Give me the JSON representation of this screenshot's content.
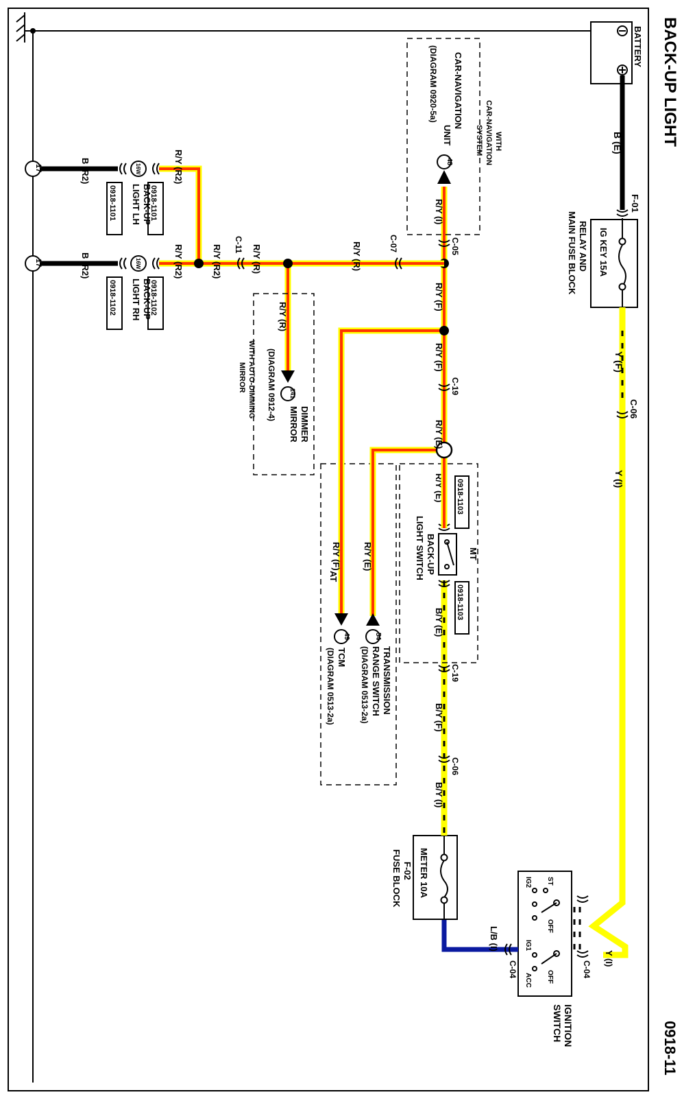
{
  "title": "BACK-UP LIGHT",
  "diagram_id": "0918-11",
  "battery": {
    "label": "BATTERY",
    "wire": "B (E)"
  },
  "fuse_relay": {
    "connector": "F-01",
    "fuse": "IG KEY 15A",
    "block": [
      "RELAY AND",
      "MAIN FUSE BLOCK"
    ]
  },
  "ignition": {
    "label": [
      "IGNITION",
      "SWITCH"
    ],
    "positions": [
      "ST",
      "IG2",
      "OFF",
      "IG1",
      "ACC",
      "OFF"
    ],
    "wire_in": "Y (I)",
    "conn_a": "C-04",
    "conn_b": "C-04",
    "wire_out": "L/B (I)"
  },
  "yellow_wires": {
    "wire1": "Y (F)",
    "conn": "C-06",
    "wire2": "Y (I)"
  },
  "meter_fuse": {
    "fuse": "METER 10A",
    "connector": "F-02",
    "block": "FUSE BLOCK"
  },
  "by_wires": {
    "w1": "B/Y (I)",
    "c1": "C-06",
    "w2": "B/Y (F)",
    "c2": "C-19",
    "w3": "B/Y (E)"
  },
  "mt": {
    "tag": "MT",
    "switch": [
      "BACK-UP",
      "LIGHT SWITCH"
    ],
    "ref_left": "0918-1103",
    "ref_right": "0918-1103",
    "wire": "R/Y (E)"
  },
  "at": {
    "tag": "AT",
    "trs": {
      "num": "54",
      "label": [
        "TRANSMISSION",
        "RANGE SWITCH",
        "(DIAGRAM 0513-2a)"
      ],
      "wire": "R/Y (E)"
    },
    "tcm": {
      "num": "49",
      "label": [
        "TCM",
        "(DIAGRAM 0513-2a)"
      ],
      "wire": "R/Y (F)"
    }
  },
  "main_ry": {
    "w1": "R/Y (E)",
    "c1": "C-19",
    "w2": "R/Y (F)",
    "w3": "R/Y (F)"
  },
  "nav": {
    "tag": [
      "WITH",
      "CAR-NAVIGATION",
      "SYSTEM"
    ],
    "num": "48",
    "label": [
      "CAR-NAVIGATION",
      "UNIT",
      "(DIAGRAM 0920-5a)"
    ],
    "wire": "R/Y (I)",
    "conn": "C-05"
  },
  "bus": {
    "c07": "C-07",
    "w_c07": "R/Y (R)",
    "w_r": "R/Y (R)",
    "c11": "C-11",
    "w_r2": "R/Y (R2)"
  },
  "dimmer": {
    "num": "141",
    "label": [
      "DIMMER",
      "MIRROR",
      "(DIAGRAM 0912-4)"
    ],
    "tag": [
      "WITH AUTO-DIMMING",
      "MIRROR"
    ],
    "wire": "R/Y (R)"
  },
  "lamp_lh": {
    "rating": "16W",
    "ref": "0918-1101",
    "label": [
      "BACK-UP",
      "LIGHT LH"
    ],
    "wire_in": "R/Y (R2)",
    "wire_out": "B (R2)",
    "ground": "17"
  },
  "lamp_rh": {
    "rating": "16W",
    "ref": "0918-1102",
    "label": [
      "BACK-UP",
      "LIGHT RH"
    ],
    "wire_in": "R/Y (R2)",
    "wire_out": "B (R2)",
    "ground": "17"
  }
}
